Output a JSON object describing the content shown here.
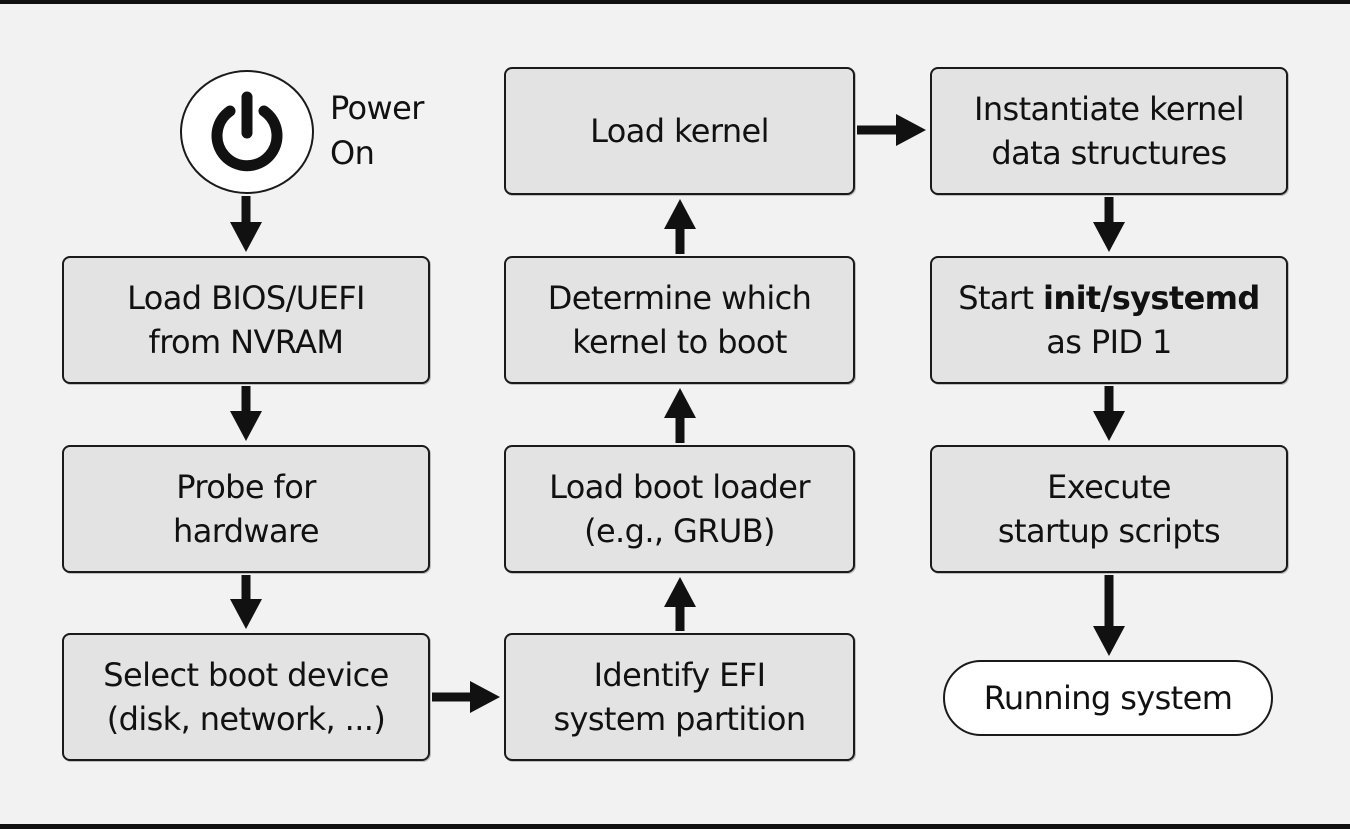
{
  "power": {
    "icon": "power-icon",
    "label_line1": "Power",
    "label_line2": "On"
  },
  "column_left": {
    "load_bios": {
      "line1": "Load BIOS/UEFI",
      "line2": "from NVRAM"
    },
    "probe_hardware": {
      "line1": "Probe for",
      "line2": "hardware"
    },
    "select_boot_device": {
      "line1": "Select boot device",
      "line2": "(disk, network, ...)"
    }
  },
  "column_middle": {
    "load_kernel": {
      "line1": "Load kernel"
    },
    "determine_kernel": {
      "line1": "Determine which",
      "line2": "kernel to boot"
    },
    "load_boot_loader": {
      "line1": "Load boot loader",
      "line2": "(e.g., GRUB)"
    },
    "identify_efi": {
      "line1": "Identify EFI",
      "line2": "system partition"
    }
  },
  "column_right": {
    "instantiate_kernel": {
      "line1": "Instantiate kernel",
      "line2": "data structures"
    },
    "start_init": {
      "prefix": "Start ",
      "bold": "init/systemd",
      "line2": "as PID 1"
    },
    "execute_scripts": {
      "line1": "Execute",
      "line2": "startup scripts"
    },
    "running_system": {
      "label": "Running system"
    }
  }
}
